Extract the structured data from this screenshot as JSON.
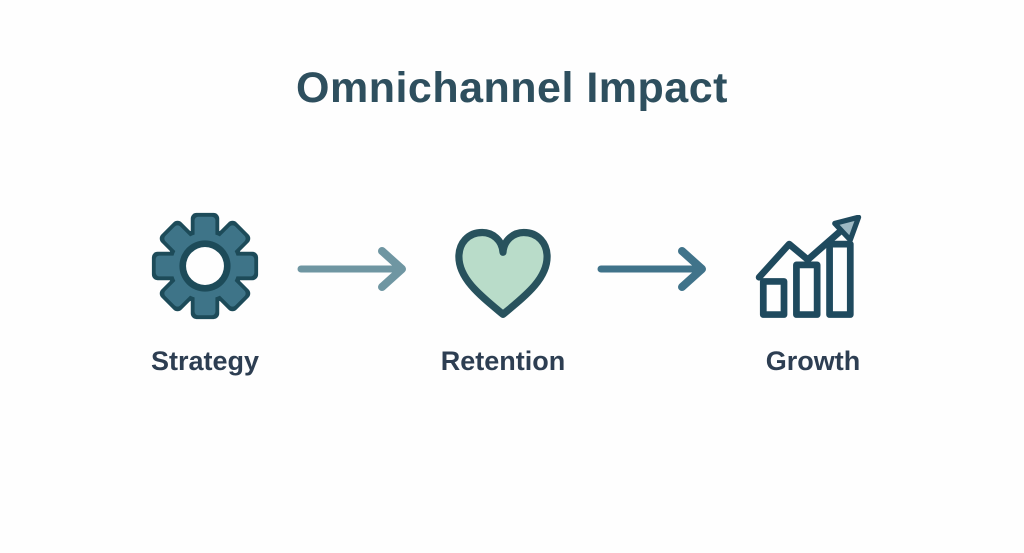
{
  "title": "Omnichannel Impact",
  "nodes": [
    {
      "label": "Strategy",
      "icon": "gear-icon"
    },
    {
      "label": "Retention",
      "icon": "heart-icon"
    },
    {
      "label": "Growth",
      "icon": "growth-chart-icon"
    }
  ],
  "connectors": [
    {
      "icon": "arrow-right-icon"
    },
    {
      "icon": "arrow-right-icon"
    }
  ],
  "colors": {
    "background": "#fefefe",
    "title_text": "#2e4f5e",
    "label_text": "#2d3e52",
    "gear_fill": "#3e7488",
    "gear_outline": "#1d4b59",
    "heart_fill": "#b9dcc9",
    "heart_outline": "#28525d",
    "growth_stroke": "#1f4a5e",
    "growth_arrowhead_fill": "#9db9c4",
    "arrow1": "#6f96a2",
    "arrow2": "#40738a"
  }
}
